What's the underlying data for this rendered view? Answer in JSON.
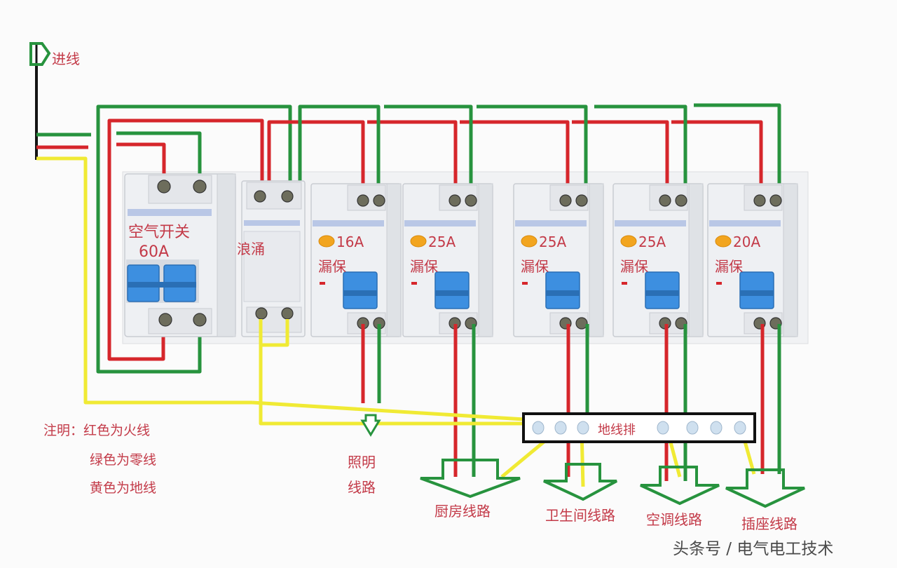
{
  "incoming": {
    "label": "进线"
  },
  "main_breaker": {
    "name": "空气开关",
    "rating": "60A"
  },
  "spd": {
    "label": "浪涌"
  },
  "rcbos": [
    {
      "rating": "16A",
      "label": "漏保",
      "circuit": "照明线路"
    },
    {
      "rating": "25A",
      "label": "漏保",
      "circuit": "厨房线路"
    },
    {
      "rating": "25A",
      "label": "漏保",
      "circuit": "卫生间线路"
    },
    {
      "rating": "25A",
      "label": "漏保",
      "circuit": "空调线路"
    },
    {
      "rating": "20A",
      "label": "漏保",
      "circuit": "插座线路"
    }
  ],
  "ground_bar": {
    "label": "地线排"
  },
  "lighting_circuit": {
    "line1": "照明",
    "line2": "线路"
  },
  "legend": {
    "title": "注明：红色为火线",
    "green": "绿色为零线",
    "yellow": "黄色为地线"
  },
  "wire_colors": {
    "live": "#d6262b",
    "neutral": "#27933e",
    "earth": "#f0ea34"
  },
  "watermark": "头条号 / 电气电工技术"
}
